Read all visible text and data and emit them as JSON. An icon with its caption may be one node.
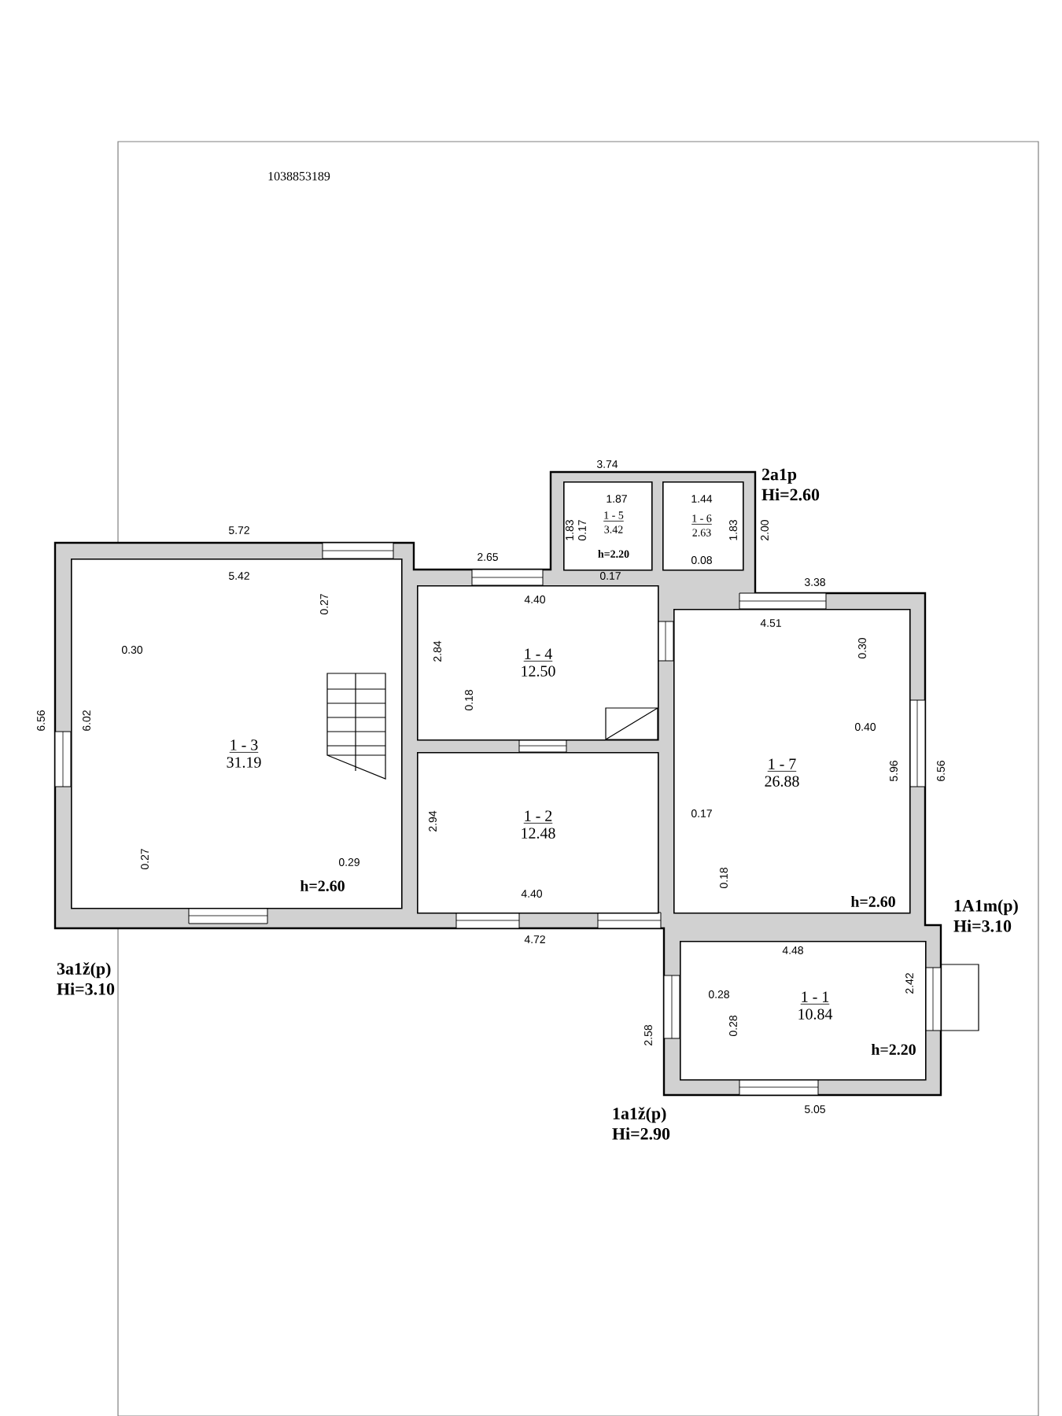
{
  "diagram": {
    "nodes": [
      {
        "text": [
          "1 - 5",
          "3.42",
          "h=2.20"
        ]
      },
      {
        "text": [
          "1 - 6",
          "2.63"
        ]
      },
      {
        "text": [
          "1 - 3",
          "31.19",
          "h=2.60"
        ]
      },
      {
        "text": [
          "1 - 4",
          "12.50"
        ]
      },
      {
        "text": [
          "1 - 7",
          "26.88",
          "h=2.60"
        ]
      },
      {
        "text": [
          "1 - 2",
          "12.48"
        ]
      },
      {
        "text": [
          "1 - 1",
          "10.84",
          "h=2.20"
        ]
      }
    ],
    "labels": [
      "1038853189",
      "3.74",
      "2a1p Hi=2.60",
      "1.87",
      "1.44",
      "1.83",
      "0.17",
      "1.83",
      "2.00",
      "5.72",
      "2.65",
      "0.17",
      "0.08",
      "3.38",
      "5.42",
      "4.40",
      "4.51",
      "0.27",
      "0.30",
      "0.30",
      "2.84",
      "6.56",
      "6.02",
      "0.18",
      "0.40",
      "5.96",
      "6.56",
      "2.94",
      "0.17",
      "0.27",
      "0.29",
      "0.18",
      "4.40",
      "1A1m(p) Hi=3.10",
      "4.72",
      "4.48",
      "3a1ž(p) Hi=3.10",
      "0.28",
      "0.28",
      "2.42",
      "2.58",
      "5.05",
      "1a1ž(p) Hi=2.90"
    ]
  }
}
